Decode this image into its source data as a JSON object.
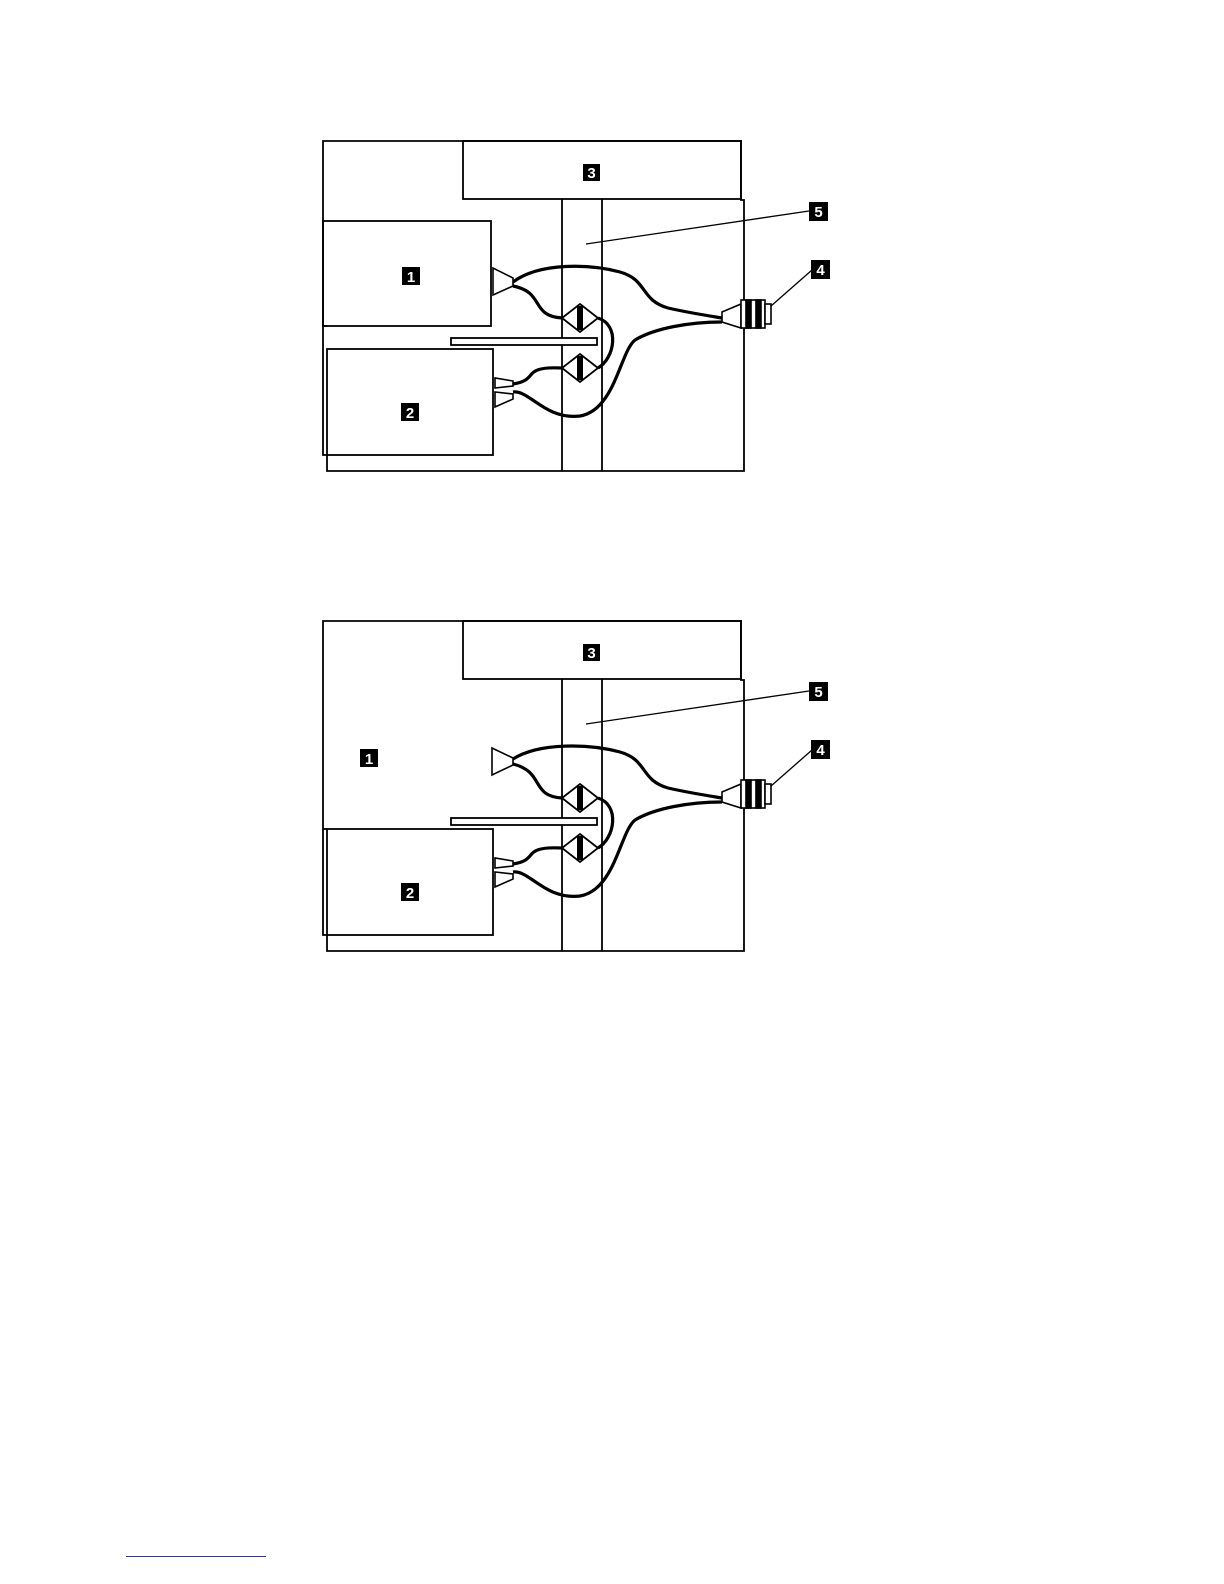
{
  "diagrams": [
    {
      "labels": {
        "drive_1": "1",
        "drive_2": "2",
        "top_bay": "3",
        "external_connector": "4",
        "cable_channel": "5"
      }
    },
    {
      "labels": {
        "drive_1": "1",
        "drive_2": "2",
        "top_bay": "3",
        "external_connector": "4",
        "cable_channel": "5"
      }
    }
  ],
  "colors": {
    "line": "#000000",
    "callout_bg": "#000000",
    "callout_text": "#ffffff",
    "footer_rule": "#2b2bd6"
  }
}
